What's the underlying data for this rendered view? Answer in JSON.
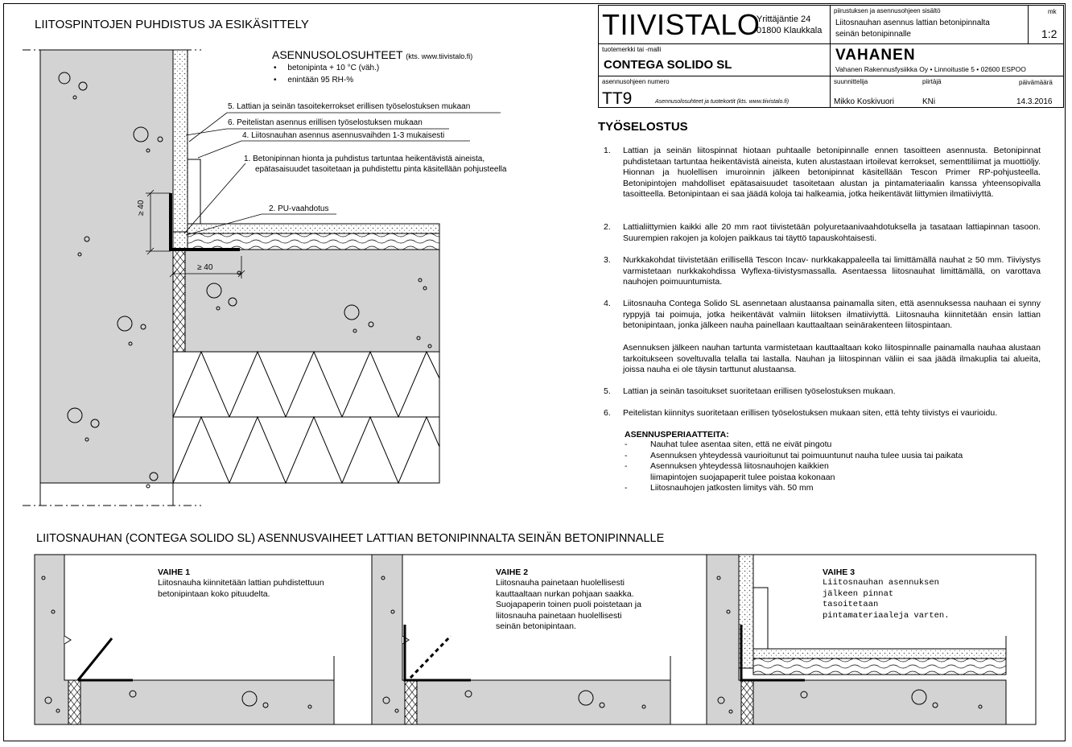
{
  "left_title": "LIITOSPINTOJEN PUHDISTUS JA ESIKÄSITTELY",
  "conditions": {
    "title": "ASENNUSOLOSUHTEET",
    "title_note": "(kts. www.tiivistalo.fi)",
    "items": [
      "betonipinta + 10 °C (väh.)",
      "enintään 95 RH-%"
    ]
  },
  "callouts": {
    "c5": "5. Lattian ja seinän tasoitekerrokset erillisen työselostuksen mukaan",
    "c6": "6. Peitelistan asennus erillisen työselostuksen mukaan",
    "c4": "4. Liitosnauhan asennus asennusvaihden 1-3 mukaisesti",
    "c1a": "1. Betonipinnan hionta ja puhdistus tartuntaa heikentävistä aineista,",
    "c1b": "epätasaisuudet tasoitetaan ja puhdistettu pinta käsitellään pohjusteella",
    "c2": "2. PU-vaahdotus",
    "dim_v": "≥ 40",
    "dim_h": "≥ 40"
  },
  "titleblock": {
    "brand": "TIIVISTALO",
    "address1": "Yrittäjäntie 24",
    "address2": "01800 Klaukkala",
    "sheet_label": "piirustuksen ja asennusohjeen sisältö",
    "sheet_line1": "Liitosnauhan asennus lattian betonipinnalta",
    "sheet_line2": "seinän betonipinnalle",
    "scale_label": "mk",
    "scale": "1:2",
    "product_label": "tuotemerkki tai -malli",
    "product": "CONTEGA SOLIDO SL",
    "consultant_logo": "VAHANEN",
    "consultant": "Vahanen Rakennusfysiikka Oy • Linnoitustie 5 • 02600 ESPOO",
    "number_label": "asennusohjeen numero",
    "number": "TT9",
    "number_note": "Asennusolosuhteet ja tuotekortit (kts. www.tiivistalo.fi)",
    "designer_label": "suunnittelija",
    "designer": "Mikko Koskivuori",
    "drafter_label": "piirtäjä",
    "drafter": "KNi",
    "date_label": "päivämäärä",
    "date": "14.3.2016"
  },
  "work": {
    "title": "TYÖSELOSTUS",
    "steps": [
      {
        "n": "1.",
        "text": "Lattian ja seinän liitospinnat hiotaan puhtaalle betonipinnalle ennen tasoitteen asennusta. Betonipinnat puhdistetaan tartuntaa heikentävistä aineista, kuten alustastaan irtoilevat kerrokset, sementtiliimat ja muottiöljy. Hionnan ja huolellisen imuroinnin jälkeen betonipinnat käsitellään Tescon Primer RP-pohjusteella. Betonipintojen mahdolliset epätasaisuudet tasoitetaan alustan ja pintamateriaalin kanssa yhteensopivalla tasoitteella. Betonipintaan ei saa jäädä koloja tai halkeamia, jotka heikentävät liittymien ilmatiiviyttä."
      },
      {
        "n": "2.",
        "text": "Lattialiittymien kaikki alle 20 mm raot tiivistetään polyuretaanivaahdotuksella ja tasataan lattiapinnan tasoon. Suurempien rakojen ja kolojen paikkaus tai täyttö tapauskohtaisesti."
      },
      {
        "n": "3.",
        "text": "Nurkkakohdat tiivistetään erillisellä Tescon Incav- nurkkakappaleella tai limittämällä nauhat ≥ 50 mm. Tiiviystys varmistetaan nurkkakohdissa Wyflexa-tiivistysmassalla. Asentaessa liitosnauhat limittämällä, on varottava nauhojen poimuuntumista."
      },
      {
        "n": "4.",
        "text": "Liitosnauha Contega Solido SL asennetaan alustaansa painamalla siten, että asennuksessa nauhaan ei synny ryppyjä tai poimuja, jotka heikentävät valmiin liitoksen ilmatiiviyttä. Liitosnauha kiinnitetään ensin lattian betonipintaan, jonka jälkeen nauha painellaan kauttaaltaan seinärakenteen liitospintaan."
      },
      {
        "n": "",
        "text": "Asennuksen jälkeen nauhan tartunta varmistetaan kauttaaltaan koko liitospinnalle painamalla nauhaa alustaan tarkoitukseen soveltuvalla telalla tai lastalla. Nauhan ja liitospinnan väliin ei saa jäädä ilmakuplia tai alueita, joissa nauha ei ole täysin tarttunut alustaansa."
      },
      {
        "n": "5.",
        "text": "Lattian ja seinän tasoitukset suoritetaan erillisen työselostuksen mukaan."
      },
      {
        "n": "6.",
        "text": "Peitelistan kiinnitys suoritetaan erillisen työselostuksen mukaan siten, että tehty tiivistys ei vaurioidu."
      }
    ],
    "principles_title": "ASENNUSPERIAATTEITA:",
    "principles": [
      "Nauhat tulee asentaa siten, että ne eivät pingotu",
      "Asennuksen yhteydessä vaurioitunut tai poimuuntunut nauha tulee uusia tai paikata",
      "Asennuksen yhteydessä liitosnauhojen kaikkien liimapintojen suojapaperit tulee poistaa kokonaan",
      "Liitosnauhojen jatkosten limitys väh. 50 mm"
    ]
  },
  "phases_title": "LIITOSNAUHAN (CONTEGA SOLIDO SL)  ASENNUSVAIHEET LATTIAN BETONIPINNALTA SEINÄN BETONIPINNALLE",
  "phases": [
    {
      "title": "VAIHE 1",
      "text": "Liitosnauha kiinnitetään lattian puhdistettuun betonipintaan koko pituudelta."
    },
    {
      "title": "VAIHE 2",
      "text": "Liitosnauha painetaan huolellisesti kauttaaltaan nurkan pohjaan saakka. Suojapaperin toinen puoli poistetaan ja liitosnauha painetaan huolellisesti seinän betonipintaan."
    },
    {
      "title": "VAIHE 3",
      "text": "Liitosnauhan asennuksen jälkeen pinnat tasoitetaan pintamateriaaleja varten."
    }
  ],
  "colors": {
    "concrete": "#d3d3d3",
    "line": "#000000",
    "band": "#111111"
  }
}
